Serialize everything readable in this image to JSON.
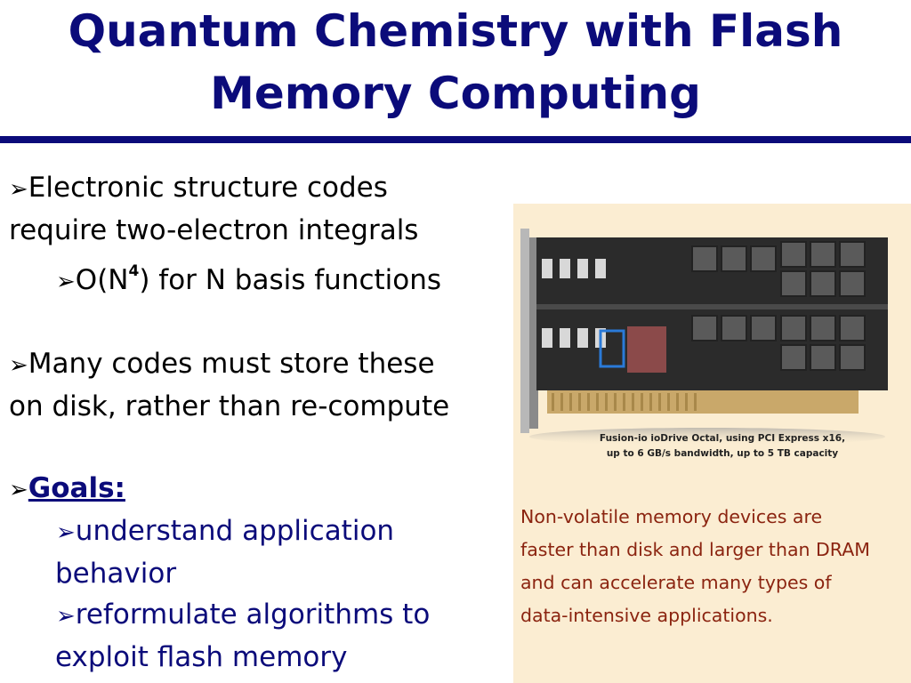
{
  "title": {
    "line1": "Quantum Chemistry with Flash",
    "line2": "Memory Computing"
  },
  "bullets": {
    "b1_line1": "Electronic structure  codes",
    "b1_line2": "require two-electron integrals",
    "b1_sub_pre": "O(N",
    "b1_sub_sup": "4",
    "b1_sub_post": ") for N basis functions",
    "b2_line1": "Many codes must store these",
    "b2_line2": "on disk, rather than re-compute",
    "goals": "Goals:",
    "g1_line1": "understand application",
    "g1_line2": "behavior",
    "g2_line1": "reformulate algorithms to",
    "g2_line2": "exploit flash memory"
  },
  "panel": {
    "caption_line1": "Fusion-io ioDrive Octal, using PCI Express x16,",
    "caption_line2": "up to 6 GB/s bandwidth, up to 5 TB capacity",
    "text_line1": "Non-volatile memory devices are",
    "text_line2": "faster than disk and larger than DRAM",
    "text_line3": "and can accelerate many types of",
    "text_line4": "data-intensive applications."
  },
  "colors": {
    "title": "#0b0b7a",
    "panel_bg": "#fbedd2",
    "panel_text": "#8b2410"
  }
}
